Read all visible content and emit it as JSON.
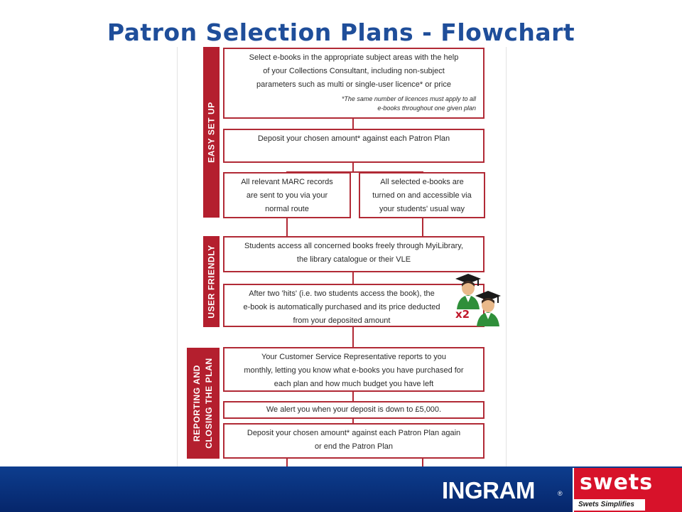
{
  "slide": {
    "title": "Patron Selection Plans - Flowchart"
  },
  "sections": {
    "setup": "EASY SET UP",
    "friendly": "USER FRIENDLY",
    "reporting_line1": "REPORTING AND",
    "reporting_line2": "CLOSING THE PLAN"
  },
  "steps": {
    "select_l1": "Select e-books in the appropriate subject areas with the help",
    "select_l2": "of your Collections Consultant, including non-subject",
    "select_l3": "parameters such as multi or single-user licence* or price",
    "select_note_l1": "*The same number of licences must apply to all",
    "select_note_l2": "e-books throughout one given plan",
    "deposit": "Deposit your chosen amount* against each Patron Plan",
    "marc_l1": "All relevant MARC records",
    "marc_l2": "are sent to you via your",
    "marc_l3": "normal route",
    "turned_l1": "All selected e-books are",
    "turned_l2": "turned on and accessible via",
    "turned_l3": "your students' usual way",
    "access_l1": "Students access all concerned books freely through MyiLibrary,",
    "access_l2": "the library catalogue or their VLE",
    "hits_l1": "After two 'hits' (i.e. two students access the book), the",
    "hits_l2": "e-book is automatically purchased and its price deducted",
    "hits_l3": "from your deposited amount",
    "report_l1": "Your Customer Service Representative reports to you",
    "report_l2": "monthly, letting you know what e-books you have purchased for",
    "report_l3": "each plan and how much budget you have left",
    "alert": "We alert you when your deposit is down to £5,000.",
    "again_l1": "Deposit your chosen amount* against each Patron Plan again",
    "again_l2": "or end the Patron Plan"
  },
  "students_badge": "x2",
  "footer": {
    "ingram": "INGRAM",
    "ingram_mark": "®",
    "swets": "swets",
    "swets_tagline": "Swets Simplifies"
  },
  "colors": {
    "title": "#1f4e9a",
    "accent_red": "#b41f2e",
    "footer_blue": "#0d3d8e",
    "swets_red": "#d7122a"
  },
  "icons": [
    "graduate-student-icon",
    "graduate-student-icon"
  ]
}
